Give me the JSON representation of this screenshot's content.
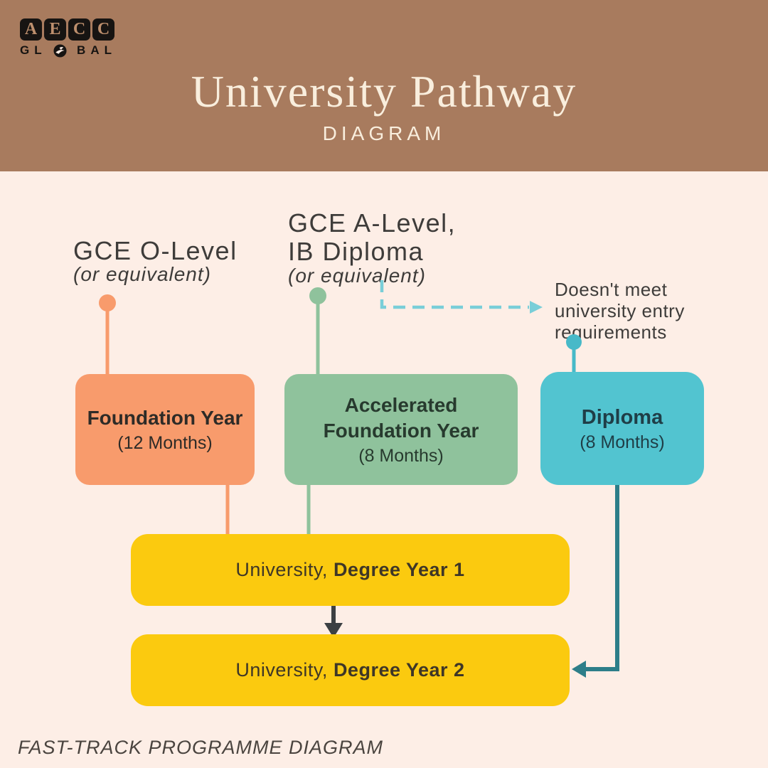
{
  "colors": {
    "page_bg": "#fdeee6",
    "header_bg": "#a87b5e",
    "header_text": "#f9eedd",
    "logo_tile_bg": "#171412",
    "logo_tile_text": "#bd8f6d",
    "logo_word_text": "#171412",
    "orange": "#f89b6c",
    "green": "#8fc29c",
    "teal": "#52c4d0",
    "teal_dot": "#47b9c8",
    "teal_dashed": "#79ced8",
    "teal_dark": "#2d7e89",
    "yellow": "#fbca0f",
    "arrow_dark": "#3c4043",
    "text_dark": "#3e3c3a",
    "box_text_dark": "#2e2b27",
    "accelerated_text": "#273a2e",
    "diploma_text": "#1f3e47",
    "yellow_text": "#3e3627",
    "footer_text": "#4a443f"
  },
  "header": {
    "logo": {
      "tiles": [
        "A",
        "E",
        "C",
        "C"
      ],
      "word_start": "GL",
      "word_end": "BAL",
      "globe_icon": "globe-leaf-icon"
    },
    "title": "University Pathway",
    "subtitle": "DIAGRAM"
  },
  "sources": {
    "o_level": {
      "title": "GCE O-Level",
      "note": "(or equivalent)"
    },
    "a_level": {
      "title": "GCE A-Level,\nIB Diploma",
      "note": "(or equivalent)"
    }
  },
  "annotation": {
    "text": "Doesn't meet university entry requirements"
  },
  "boxes": {
    "foundation": {
      "title": "Foundation Year",
      "duration": "(12 Months)"
    },
    "accelerated": {
      "title": "Accelerated Foundation Year",
      "duration": "(8 Months)"
    },
    "diploma": {
      "title": "Diploma",
      "duration": "(8 Months)"
    },
    "degree1": {
      "prefix": "University, ",
      "bold": "Degree Year 1"
    },
    "degree2": {
      "prefix": "University, ",
      "bold": "Degree Year 2"
    }
  },
  "footer": {
    "caption": "FAST-TRACK PROGRAMME DIAGRAM"
  }
}
